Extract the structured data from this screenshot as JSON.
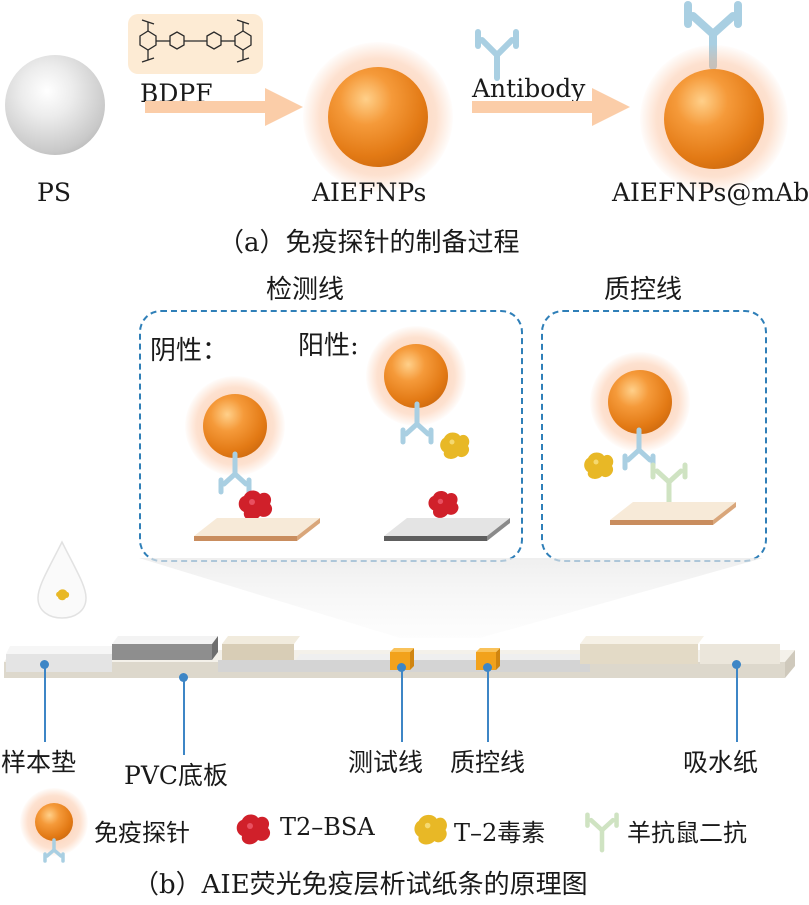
{
  "panel_a": {
    "caption": "（a）免疫探针的制备过程",
    "labels": {
      "ps": "PS",
      "bdpf": "BDPF",
      "aiefnps": "AIEFNPs",
      "antibody": "Antibody",
      "conjugate": "AIEFNPs@mAb"
    }
  },
  "panel_b": {
    "caption": "（b）AIE荧光免疫层析试纸条的原理图",
    "test_line_title": "检测线",
    "control_line_title": "质控线",
    "negative_label": "阴性：",
    "positive_label": "阳性:",
    "strip_labels": {
      "sample_pad": "样本垫",
      "pvc": "PVC底板",
      "test_line": "测试线",
      "control_line": "质控线",
      "absorbent": "吸水纸"
    },
    "legend": [
      {
        "icon": "probe",
        "label": "免疫探针"
      },
      {
        "icon": "t2-bsa",
        "label": "T2–BSA"
      },
      {
        "icon": "t2-toxin",
        "label": "T–2毒素"
      },
      {
        "icon": "secondary-antibody",
        "label": "羊抗鼠二抗"
      }
    ]
  },
  "colors": {
    "probe_orange": "#e37a15",
    "bsa_red": "#d0202a",
    "toxin_yellow": "#e8b826",
    "antibody_blue": "#a9cfe2",
    "secondary_green": "#cfe3c2",
    "box_blue": "#2f7fb8",
    "strip_marker_orange": "#f2a21c"
  }
}
